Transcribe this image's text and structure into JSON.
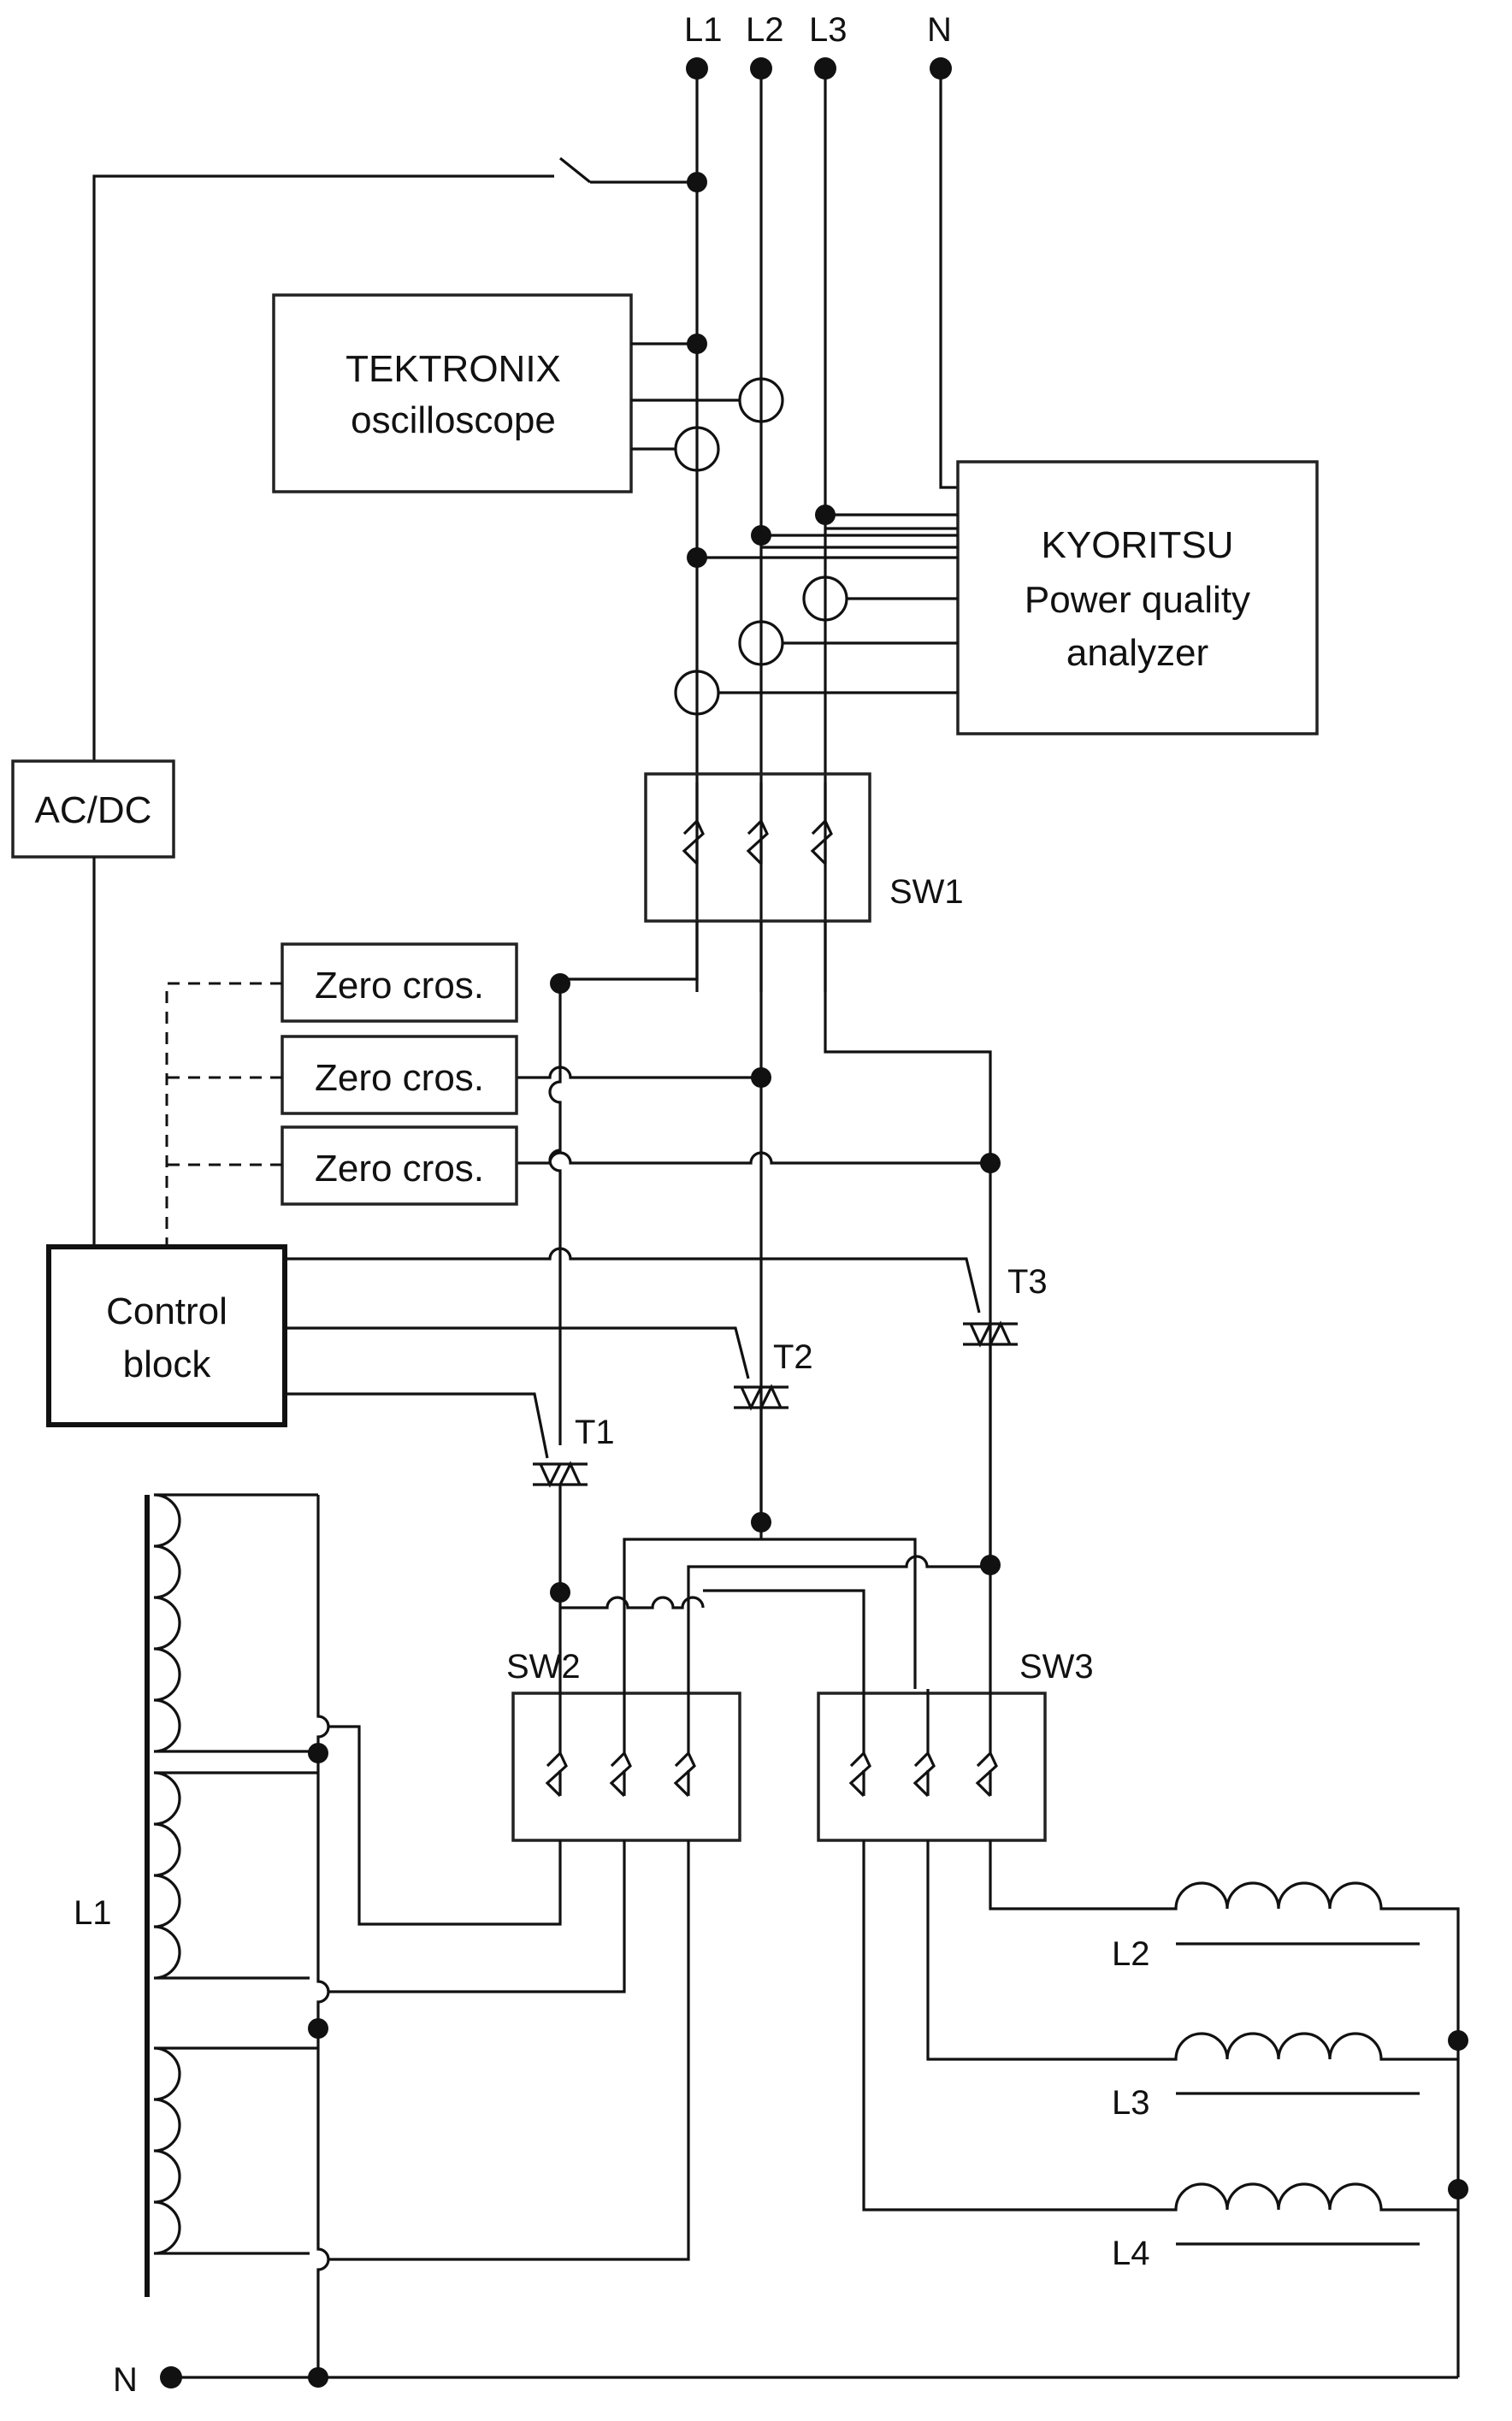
{
  "terminals": {
    "l1": "L1",
    "l2": "L2",
    "l3": "L3",
    "n_top": "N",
    "n_bottom": "N"
  },
  "blocks": {
    "oscilloscope": [
      "TEKTRONIX",
      "oscilloscope"
    ],
    "analyzer": [
      "KYORITSU",
      "Power quality",
      "analyzer"
    ],
    "acdc": "AC/DC",
    "zero_cross": [
      "Zero cros.",
      "Zero cros.",
      "Zero cros."
    ],
    "control": [
      "Control",
      "block"
    ]
  },
  "switches": {
    "sw1": "SW1",
    "sw2": "SW2",
    "sw3": "SW3"
  },
  "triacs": {
    "t1": "T1",
    "t2": "T2",
    "t3": "T3"
  },
  "inductors": {
    "l1": "L1",
    "l2": "L2",
    "l3": "L3",
    "l4": "L4"
  }
}
